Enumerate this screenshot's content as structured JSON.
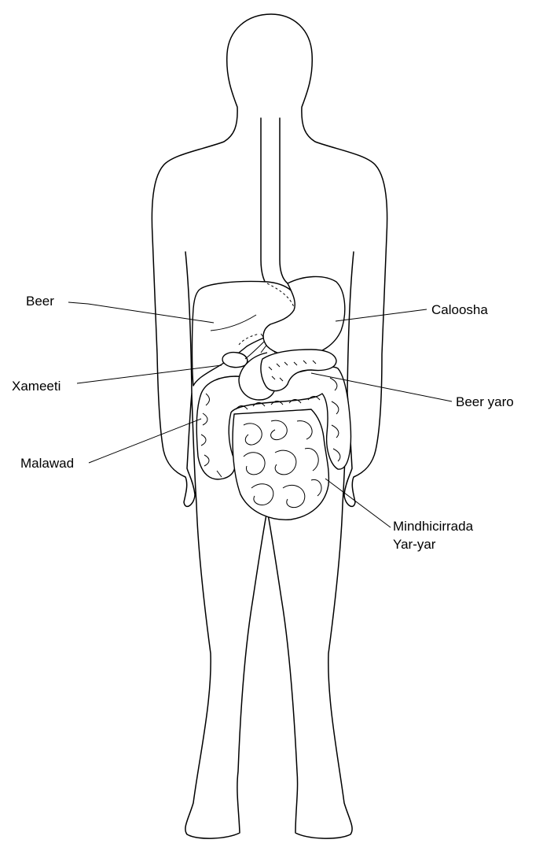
{
  "labels": {
    "liver": "Beer",
    "gallbladder": "Xameeti",
    "large_intestine": "Malawad",
    "stomach": "Caloosha",
    "pancreas": "Beer yaro",
    "small_intestine_line1": "Mindhicirrada",
    "small_intestine_line2": "Yar-yar"
  }
}
